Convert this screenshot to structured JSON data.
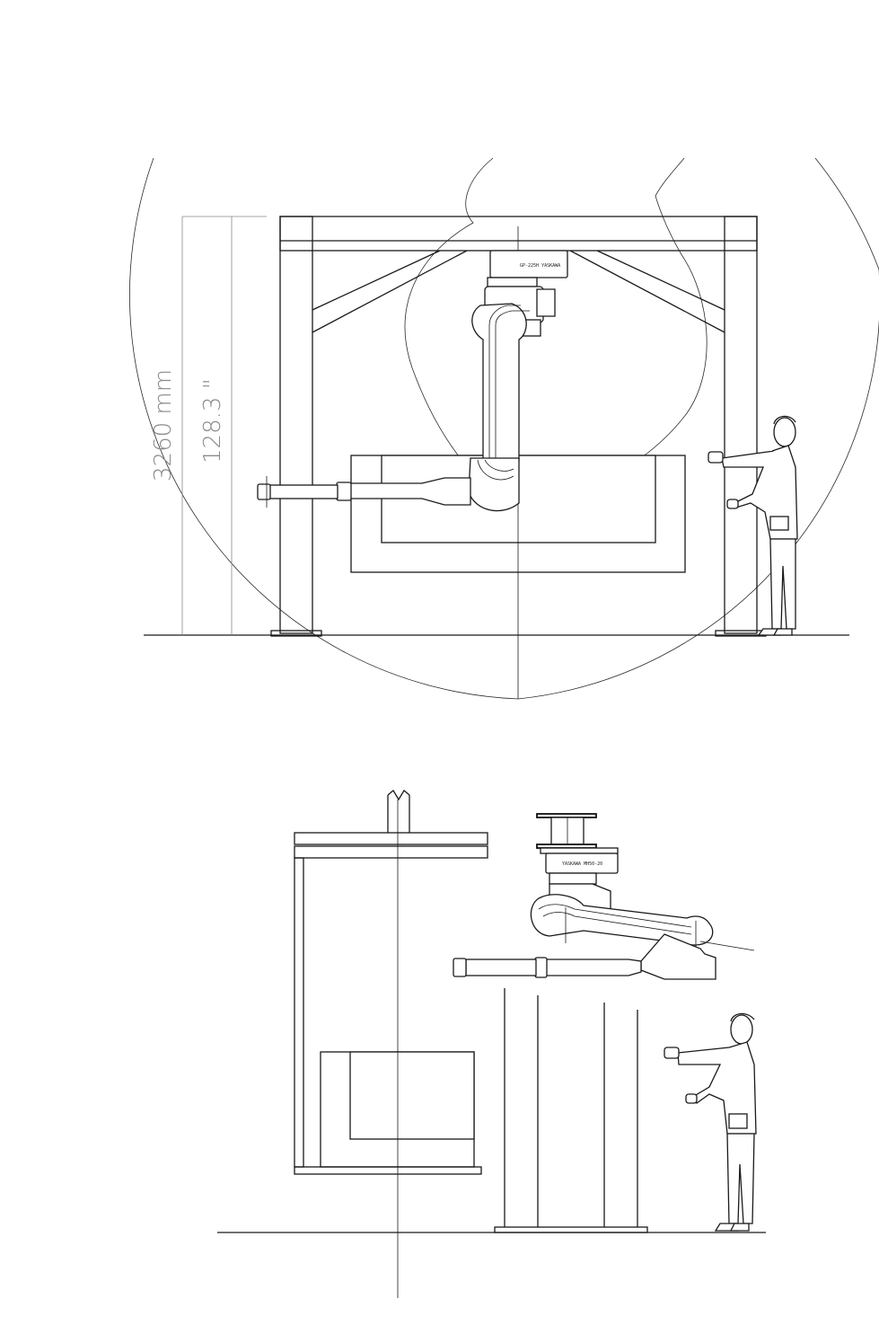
{
  "dimensions": {
    "metric": "3260 mm",
    "imperial": "128.3 \""
  },
  "labels": {
    "top_robot_model": "GP-225H YASKAWA",
    "bottom_robot_model": "YASKAWA MH50-20"
  },
  "colors": {
    "line": "#1a1a1a",
    "dimension_text": "#8a8a8a",
    "background": "#ffffff"
  }
}
